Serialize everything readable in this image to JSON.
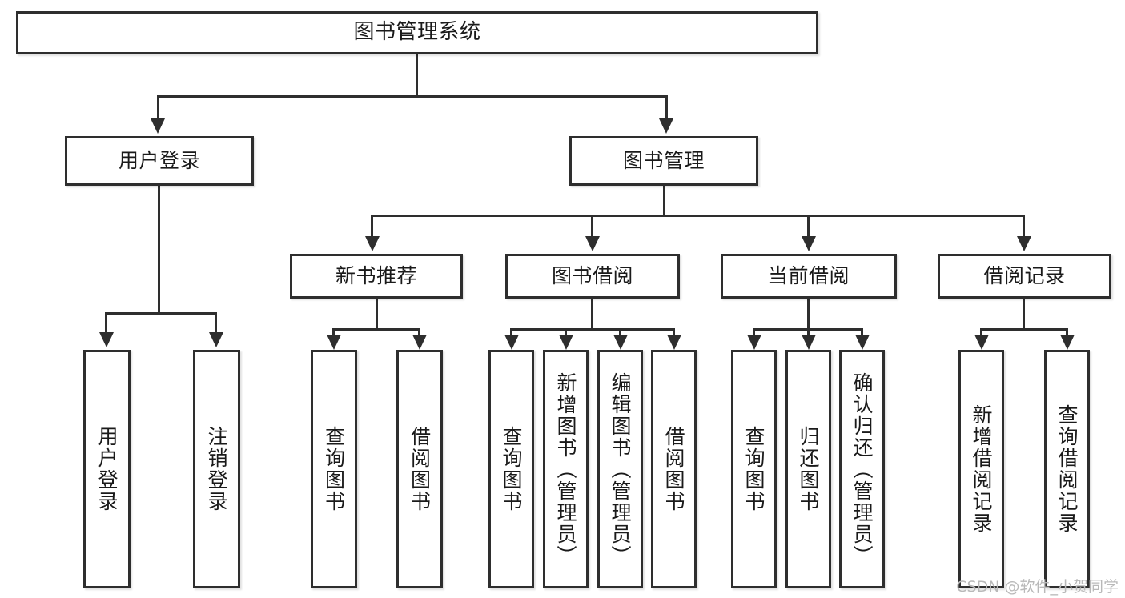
{
  "diagram": {
    "title": "图书管理系统",
    "type": "tree-hierarchy-chart",
    "root": {
      "label": "图书管理系统"
    },
    "level2": [
      {
        "label": "用户登录"
      },
      {
        "label": "图书管理"
      }
    ],
    "level3": [
      {
        "label": "新书推荐"
      },
      {
        "label": "图书借阅"
      },
      {
        "label": "当前借阅"
      },
      {
        "label": "借阅记录"
      }
    ],
    "leaves": {
      "user_login": [
        {
          "label": "用户登录"
        },
        {
          "label": "注销登录"
        }
      ],
      "new_book_recommend": [
        {
          "label": "查询图书"
        },
        {
          "label": "借阅图书"
        }
      ],
      "book_borrow": [
        {
          "label": "查询图书"
        },
        {
          "label": "新增图书（管理员）"
        },
        {
          "label": "编辑图书（管理员）"
        },
        {
          "label": "借阅图书"
        }
      ],
      "current_borrow": [
        {
          "label": "查询图书"
        },
        {
          "label": "归还图书"
        },
        {
          "label": "确认归还（管理员）"
        }
      ],
      "borrow_record": [
        {
          "label": "新增借阅记录"
        },
        {
          "label": "查询借阅记录"
        }
      ]
    }
  },
  "watermark": {
    "text": "CSDN @软件_小贺同学"
  },
  "colors": {
    "stroke": "#2e2e2e",
    "fill": "#ffffff",
    "text": "#1a1a1a",
    "watermark": "#b9b9b9"
  }
}
